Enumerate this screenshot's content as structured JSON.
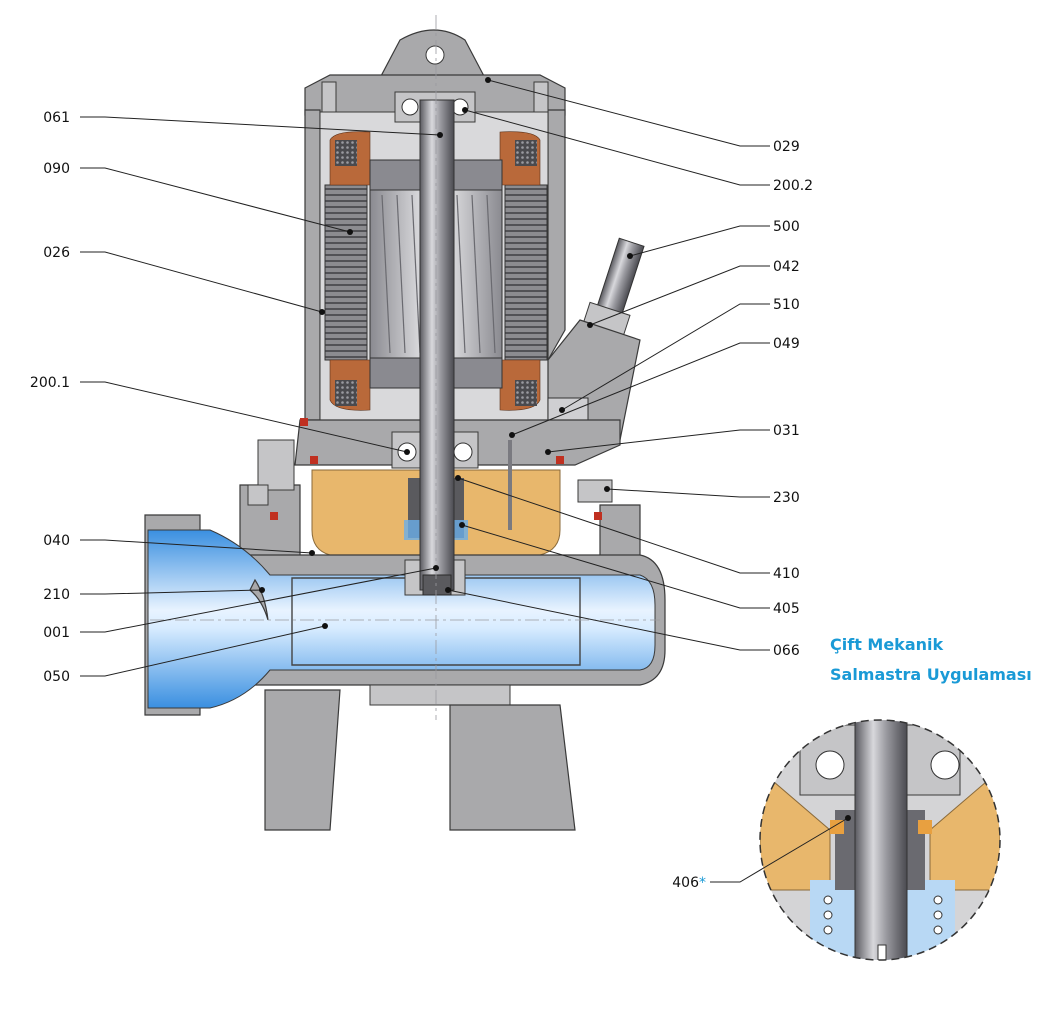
{
  "inset": {
    "title_line1": "Çift Mekanik",
    "title_line2": "Salmastra Uygulaması",
    "label": "406",
    "label_mark": "*",
    "title_color": "#1a9ad6"
  },
  "labels_left": [
    {
      "id": "061",
      "text": "061"
    },
    {
      "id": "090",
      "text": "090"
    },
    {
      "id": "026",
      "text": "026"
    },
    {
      "id": "200.1",
      "text": "200.1"
    },
    {
      "id": "040",
      "text": "040"
    },
    {
      "id": "210",
      "text": "210"
    },
    {
      "id": "001",
      "text": "001"
    },
    {
      "id": "050",
      "text": "050"
    }
  ],
  "labels_right": [
    {
      "id": "029",
      "text": "029"
    },
    {
      "id": "200.2",
      "text": "200.2"
    },
    {
      "id": "500",
      "text": "500"
    },
    {
      "id": "042",
      "text": "042"
    },
    {
      "id": "510",
      "text": "510"
    },
    {
      "id": "049",
      "text": "049"
    },
    {
      "id": "031",
      "text": "031"
    },
    {
      "id": "230",
      "text": "230"
    },
    {
      "id": "410",
      "text": "410"
    },
    {
      "id": "405",
      "text": "405"
    },
    {
      "id": "066",
      "text": "066"
    }
  ],
  "colors": {
    "steel": "#a9a9ab",
    "oil": "#e8b76c",
    "water": "#4ea0e8",
    "copper": "#b9693a"
  }
}
